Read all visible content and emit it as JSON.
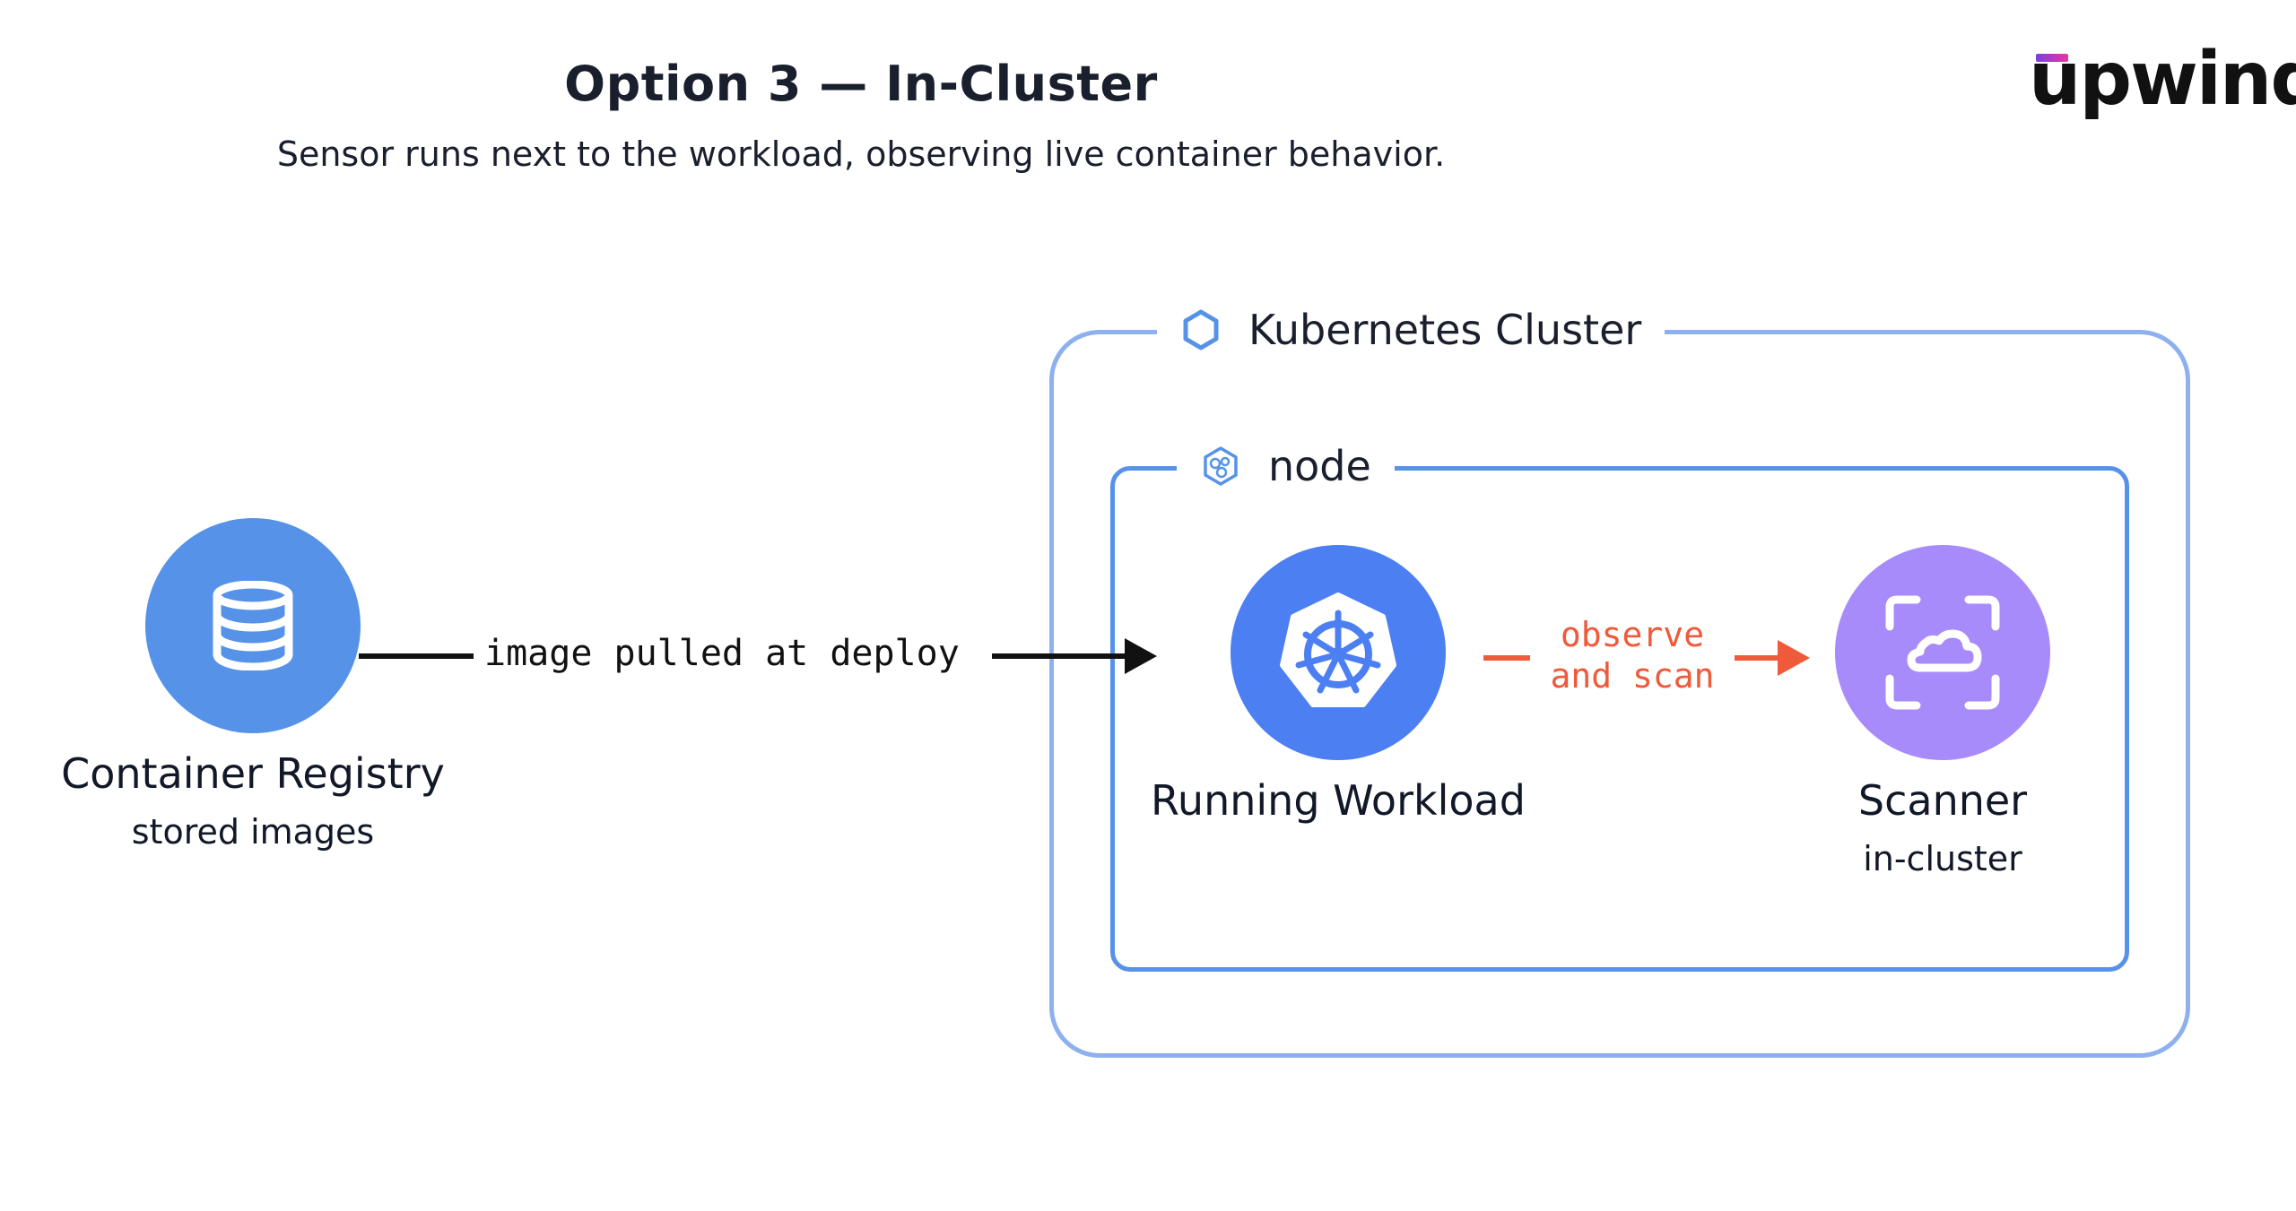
{
  "header": {
    "title": "Option 3 — In-Cluster",
    "subtitle": "Sensor runs next to the workload, observing live container behavior."
  },
  "brand": {
    "logo_text": "upwind"
  },
  "registry": {
    "title": "Container Registry",
    "subtitle": "stored images",
    "color": "#5592e8"
  },
  "pull_arrow": {
    "label": "image pulled at deploy"
  },
  "cluster": {
    "label": "Kubernetes Cluster",
    "border_color": "#8eb0ef"
  },
  "node": {
    "label": "node",
    "border_color": "#5592e8"
  },
  "workload": {
    "title": "Running Workload",
    "color": "#4c7ff2"
  },
  "observe_arrow": {
    "line1": "observe",
    "line2": "and scan",
    "color": "#ee5a3a"
  },
  "scanner": {
    "title": "Scanner",
    "subtitle": "in-cluster",
    "color": "#a78bfa"
  }
}
